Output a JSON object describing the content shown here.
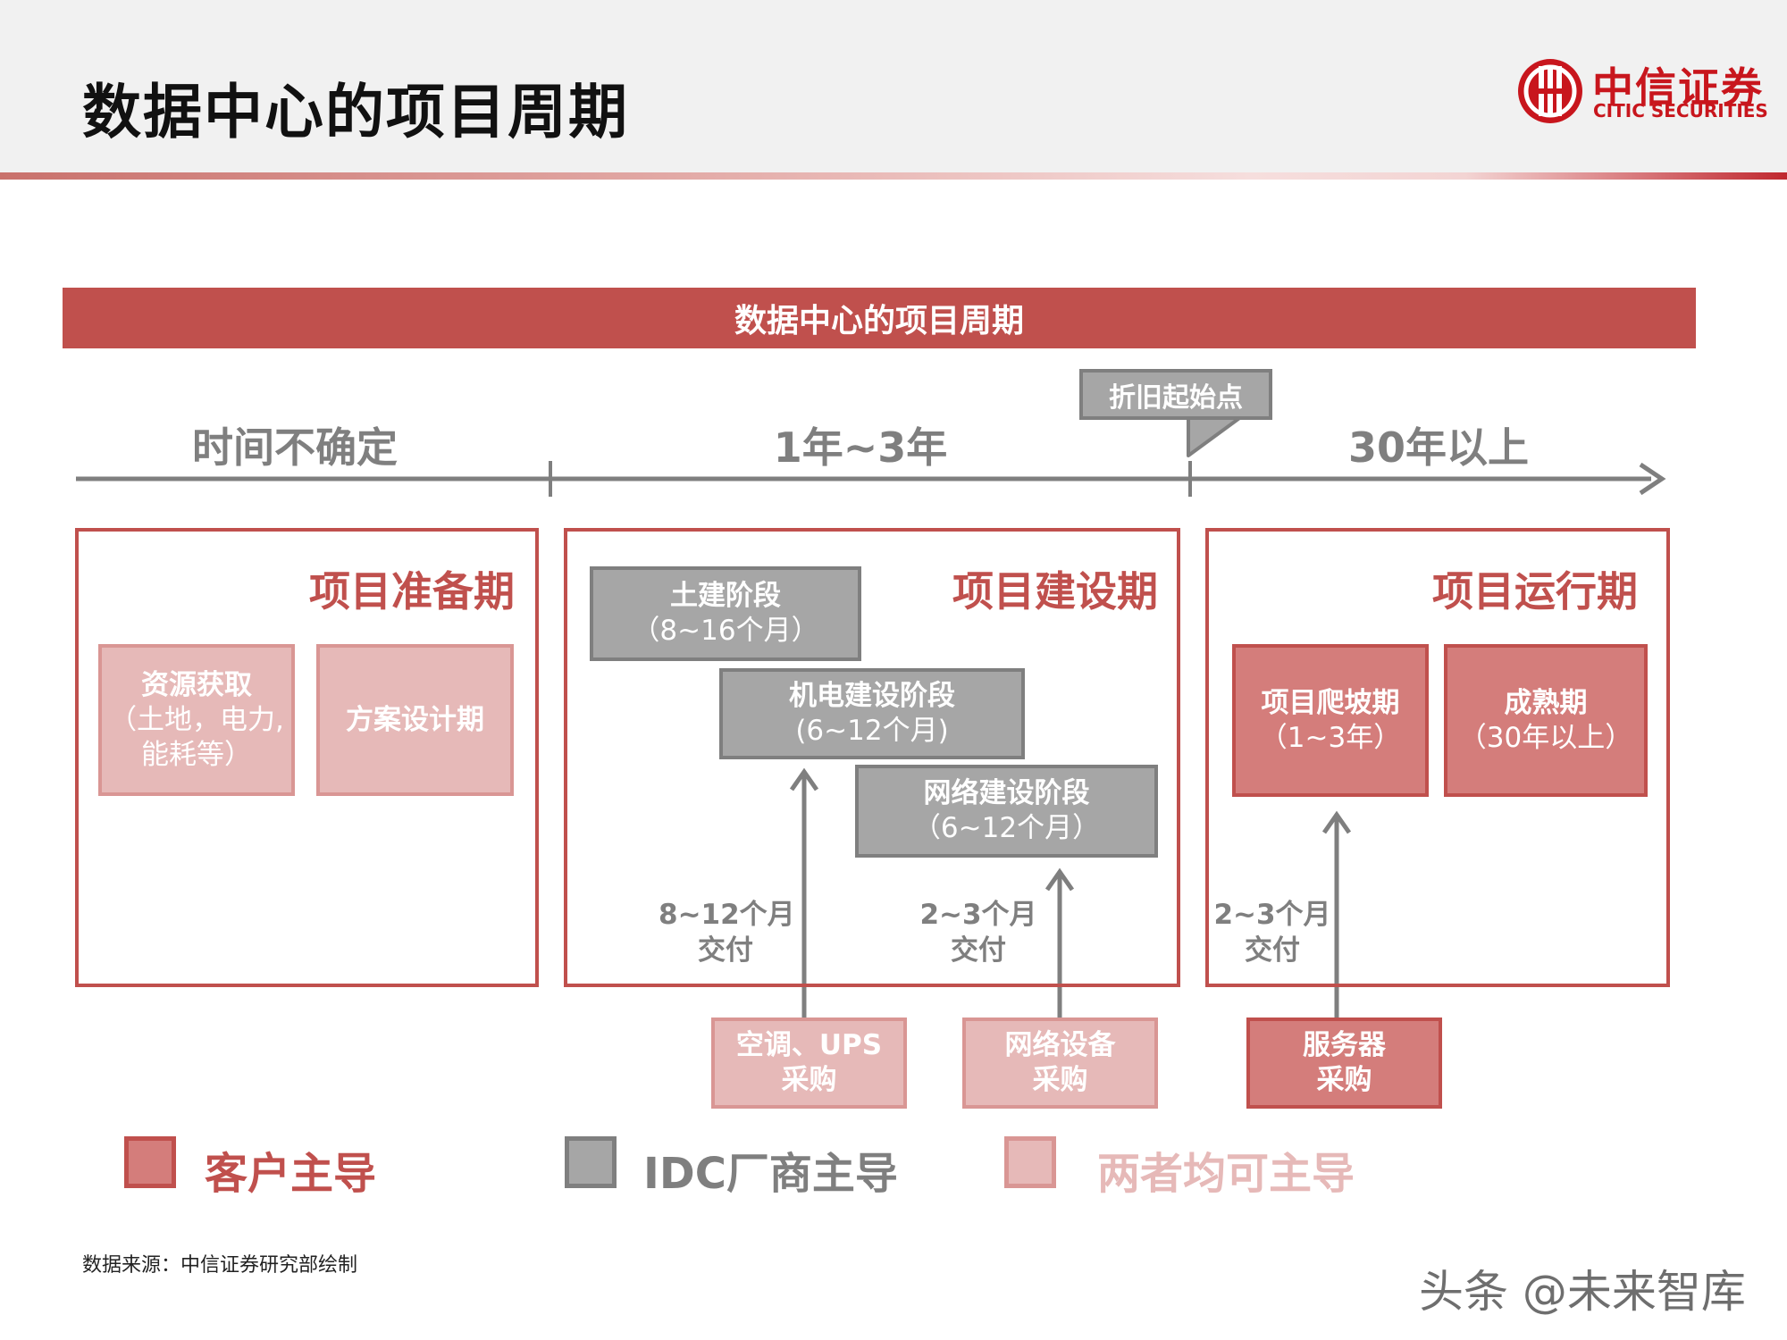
{
  "header": {
    "title": "数据中心的项目周期",
    "logo_cn": "中信证券",
    "logo_en": "CITIC SECURITIES"
  },
  "banner": {
    "title": "数据中心的项目周期"
  },
  "timeline": {
    "labels": [
      "时间不确定",
      "1年~3年",
      "30年以上"
    ],
    "callout": "折旧起始点"
  },
  "phases": {
    "prep": {
      "title": "项目准备期",
      "boxes": [
        {
          "title": "资源获取",
          "sub": "（土地，电力,能耗等）"
        },
        {
          "title": "方案设计期",
          "sub": ""
        }
      ]
    },
    "build": {
      "title": "项目建设期",
      "stages": [
        {
          "title": "土建阶段",
          "sub": "（8~16个月）"
        },
        {
          "title": "机电建设阶段",
          "sub": "(6~12个月)"
        },
        {
          "title": "网络建设阶段",
          "sub": "（6~12个月）"
        }
      ]
    },
    "run": {
      "title": "项目运行期",
      "boxes": [
        {
          "title": "项目爬坡期",
          "sub": "（1~3年）"
        },
        {
          "title": "成熟期",
          "sub": "（30年以上）"
        }
      ]
    }
  },
  "deliveries": [
    {
      "line1": "8~12个月",
      "line2": "交付"
    },
    {
      "line1": "2~3个月",
      "line2": "交付"
    },
    {
      "line1": "2~3个月",
      "line2": "交付"
    }
  ],
  "procurement": [
    {
      "line1": "空调、UPS",
      "line2": "采购"
    },
    {
      "line1": "网络设备",
      "line2": "采购"
    },
    {
      "line1": "服务器",
      "line2": "采购"
    }
  ],
  "legend": [
    {
      "label": "客户主导",
      "color": "#d47d7b"
    },
    {
      "label": "IDC厂商主导",
      "color": "#a6a6a6"
    },
    {
      "label": "两者均可主导",
      "color": "#e6b9b8"
    }
  ],
  "footer": {
    "source": "数据来源：中信证券研究部绘制",
    "watermark": "头条 @未来智库"
  }
}
